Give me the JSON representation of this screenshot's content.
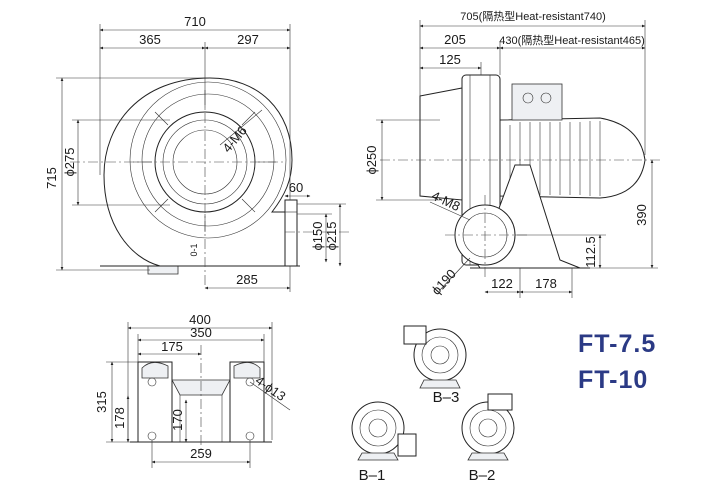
{
  "front_view": {
    "overall_width": "710",
    "width_left": "365",
    "width_right": "297",
    "height": "715",
    "inlet_dia": "ϕ275",
    "bolt_holes": "4-M6",
    "outlet_flange": "60",
    "outlet_dia_inner": "ϕ150",
    "outlet_dia_outer": "ϕ215",
    "base_width": "285",
    "arrow_label": "0-1"
  },
  "side_view": {
    "overall_length": "705(隔热型Heat-resistant740)",
    "motor_length": "430(隔热型Heat-resistant465)",
    "length_205": "205",
    "length_125": "125",
    "dia_250": "ϕ250",
    "bolt_holes": "4-M8",
    "height_390": "390",
    "height_112": "112.5",
    "dia_190": "ϕ190",
    "base_122": "122",
    "base_178": "178"
  },
  "base_view": {
    "width_400": "400",
    "width_350": "350",
    "width_175": "175",
    "height_315": "315",
    "height_178": "178",
    "height_170": "170",
    "holes": "4-ϕ13",
    "width_259": "259"
  },
  "orientations": {
    "b1": "B–1",
    "b2": "B–2",
    "b3": "B–3"
  },
  "models": {
    "line1": "FT-7.5",
    "line2": "FT-10"
  },
  "colors": {
    "model_text": "#2b3a85"
  }
}
